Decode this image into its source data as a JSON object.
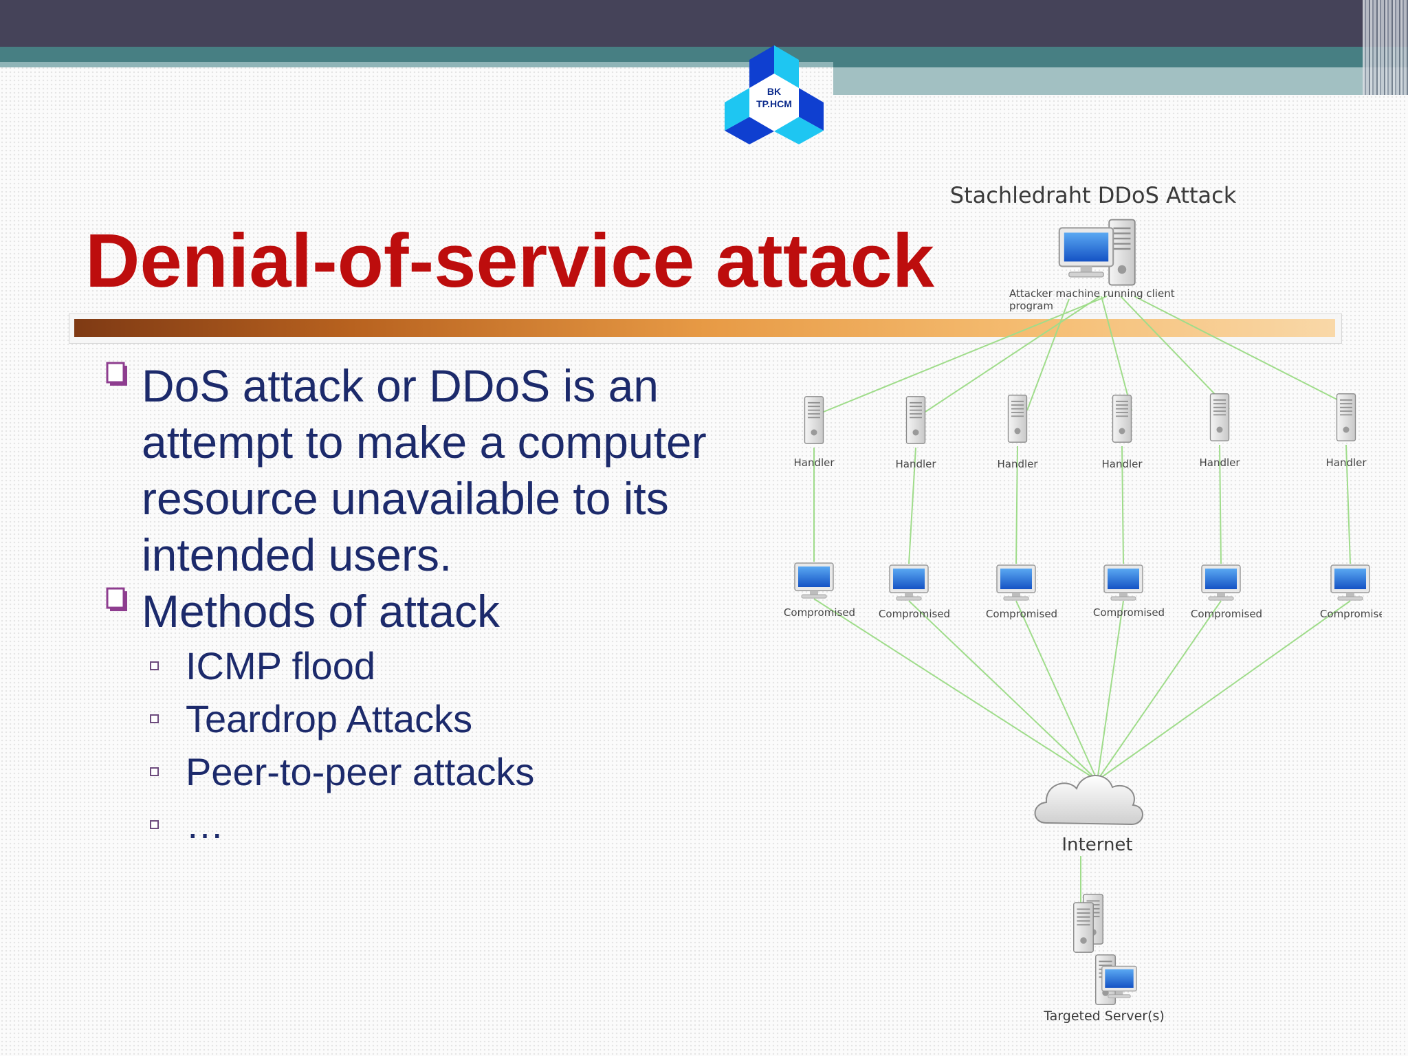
{
  "logo": {
    "line1": "BK",
    "line2": "TP.HCM"
  },
  "slide": {
    "title": "Denial-of-service attack",
    "bullets": [
      {
        "text": "DoS attack or DDoS is an attempt to make a computer resource unavailable to its intended users."
      },
      {
        "text": "Methods of attack",
        "subitems": [
          "ICMP flood",
          "Teardrop Attacks",
          "Peer-to-peer attacks",
          "…"
        ]
      }
    ]
  },
  "diagram": {
    "title": "Stachledraht DDoS Attack",
    "attacker_label_line1": "Attacker machine running client",
    "attacker_label_line2": "program",
    "handler_label": "Handler",
    "compromised_label": "Compromised",
    "internet_label": "Internet",
    "target_label": "Targeted Server(s)",
    "line_color": "#9fdc8a",
    "monitor_color": "#1f6fd6"
  }
}
